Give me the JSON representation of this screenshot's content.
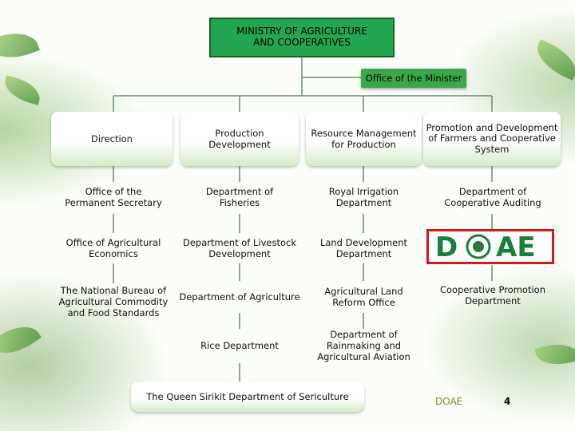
{
  "ministry": "MINISTRY OF AGRICULTURE AND COOPERATIVES",
  "minister_office": "Office of the Minister",
  "headers": [
    "Direction",
    "Production Development",
    "Resource Management for Production",
    "Promotion and Development of Farmers and Cooperative System"
  ],
  "columns": [
    [
      "Office of the Permanent Secretary",
      "Office of Agricultural Economics",
      "The National Bureau of Agricultural Commodity and Food Standards"
    ],
    [
      "Department of Fisheries",
      "Department of Livestock Development",
      "Department of Agriculture",
      "Rice Department"
    ],
    [
      "Royal Irrigation Department",
      "Land Development Department",
      "Agricultural Land Reform Office",
      "Department of Rainmaking and Agricultural Aviation"
    ],
    [
      "Department of Cooperative Auditing",
      "Cooperative Promotion Department"
    ]
  ],
  "sericulture": "The Queen Sirikit Department of Sericulture",
  "logo_text": "DOAE",
  "footer_label": "DOAE",
  "page_number": "4",
  "colors": {
    "header_box": "#22a650",
    "minister_box": "#3aa84a",
    "logo_border": "#d11a1a",
    "lines": "#6b8a78"
  }
}
